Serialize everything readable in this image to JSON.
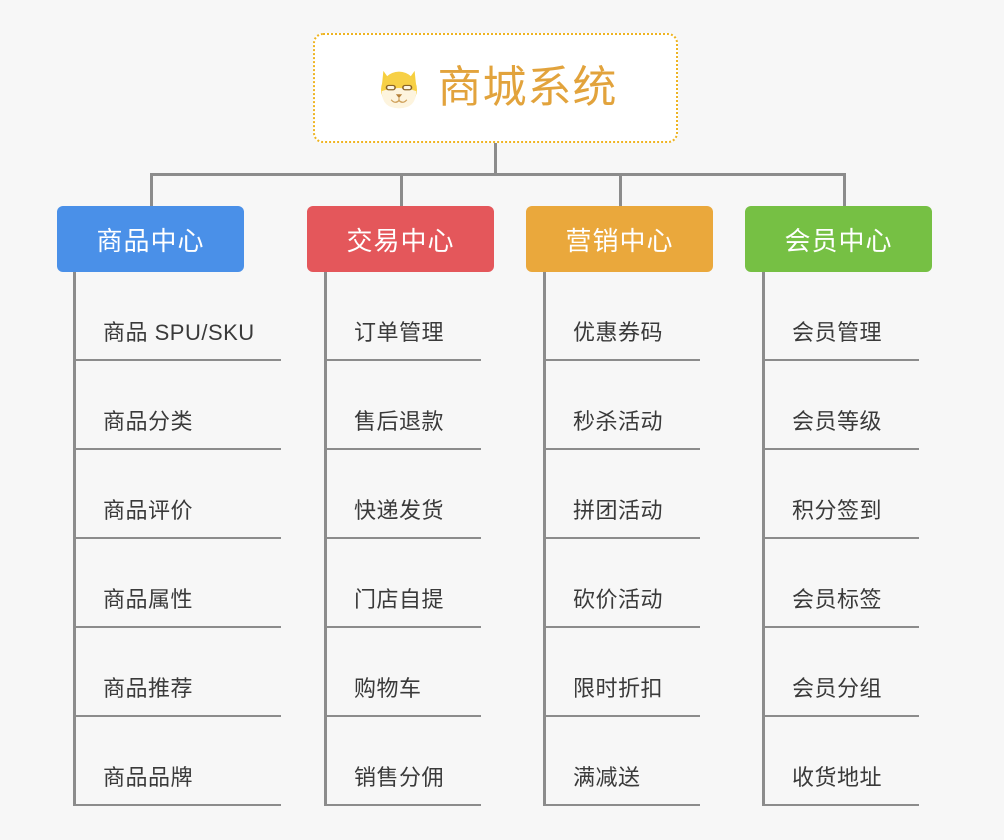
{
  "page": {
    "background_color": "#f7f7f7",
    "connector_color": "#8c8c8c",
    "leaf_text_color": "#3a3a3a"
  },
  "root": {
    "title": "商城系统",
    "icon": "shiba-dog-icon",
    "text_color": "#e2a33c",
    "border_color": "#eeb422",
    "fill_color": "#ffffff"
  },
  "categories": [
    {
      "label": "商品中心",
      "color": "#4a90e8",
      "name": "product-center",
      "items": [
        "商品 SPU/SKU",
        "商品分类",
        "商品评价",
        "商品属性",
        "商品推荐",
        "商品品牌"
      ]
    },
    {
      "label": "交易中心",
      "color": "#e4575b",
      "name": "trade-center",
      "items": [
        "订单管理",
        "售后退款",
        "快递发货",
        "门店自提",
        "购物车",
        "销售分佣"
      ]
    },
    {
      "label": "营销中心",
      "color": "#eaa83c",
      "name": "marketing-center",
      "items": [
        "优惠券码",
        "秒杀活动",
        "拼团活动",
        "砍价活动",
        "限时折扣",
        "满减送"
      ]
    },
    {
      "label": "会员中心",
      "color": "#76c044",
      "name": "member-center",
      "items": [
        "会员管理",
        "会员等级",
        "积分签到",
        "会员标签",
        "会员分组",
        "收货地址"
      ]
    }
  ]
}
